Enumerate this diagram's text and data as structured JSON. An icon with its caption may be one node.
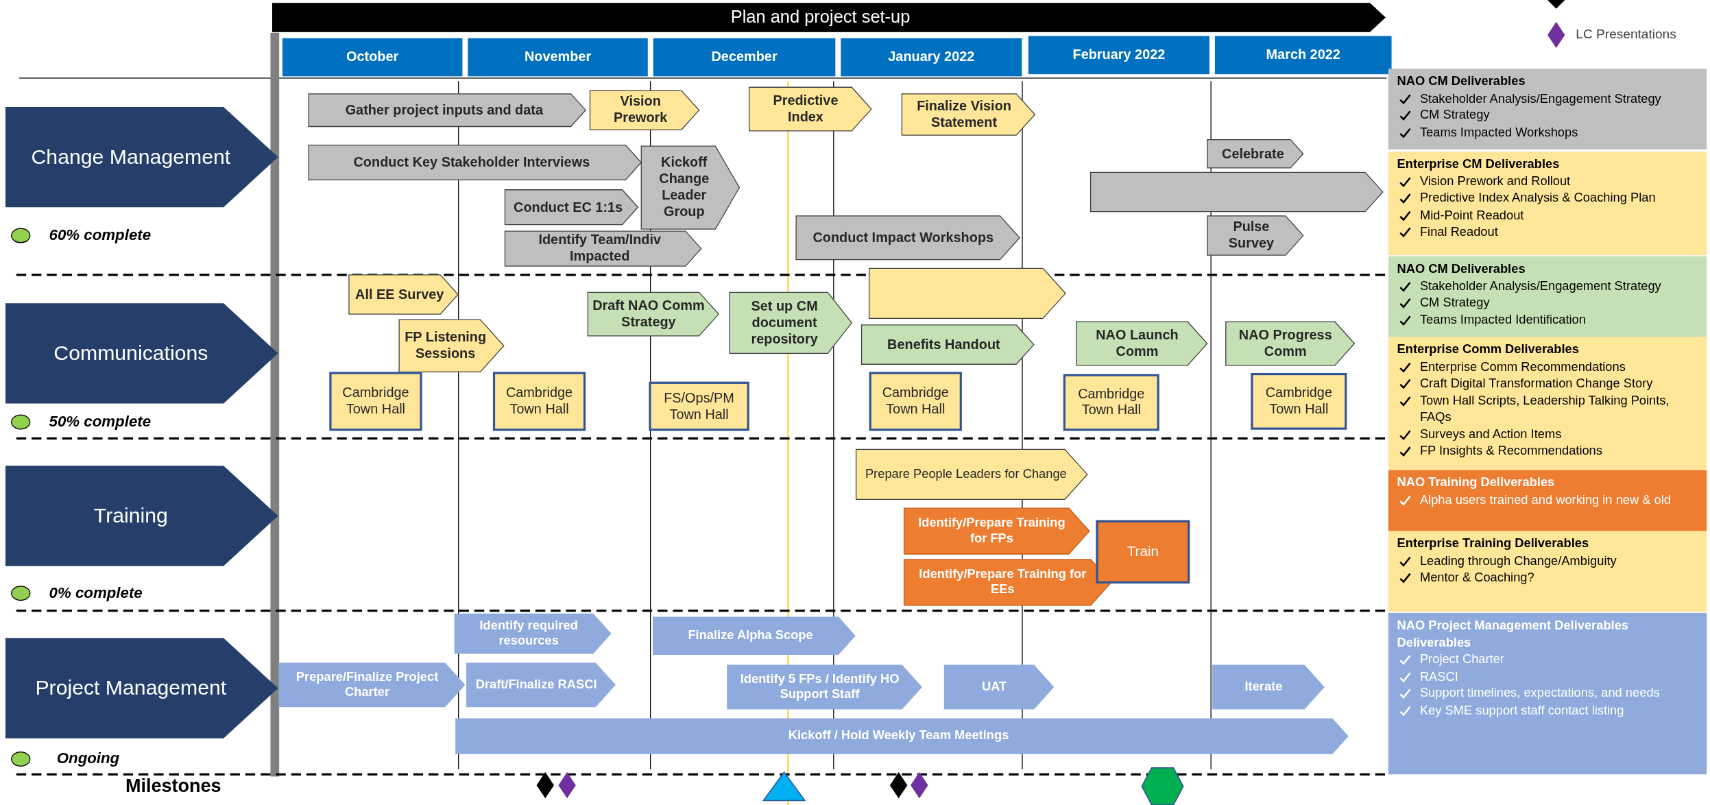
{
  "diagram": {
    "nodes": [
      {
        "text": [
          "Plan and project set-up"
        ]
      },
      {
        "text": [
          "October"
        ]
      },
      {
        "text": [
          "November"
        ]
      },
      {
        "text": [
          "December"
        ]
      },
      {
        "text": [
          "January 2022"
        ]
      },
      {
        "text": [
          "February 2022"
        ]
      },
      {
        "text": [
          "March 2022"
        ]
      },
      {
        "text": [
          "Change Management"
        ]
      },
      {
        "text": [
          "Communications"
        ]
      },
      {
        "text": [
          "Training"
        ]
      },
      {
        "text": [
          "Project Management"
        ]
      },
      {
        "text": [
          "Gather project inputs and data"
        ]
      },
      {
        "text": [
          "Vision Prework"
        ]
      },
      {
        "text": [
          "Predictive Index"
        ]
      },
      {
        "text": [
          "Finalize Vision Statement"
        ]
      },
      {
        "text": [
          "Conduct Key Stakeholder Interviews"
        ]
      },
      {
        "text": [
          "Kickoff Change Leader Group"
        ]
      },
      {
        "text": [
          "Conduct EC 1:1s"
        ]
      },
      {
        "text": [
          "Identify Team/Indiv Impacted"
        ]
      },
      {
        "text": [
          "Conduct Impact Workshops"
        ]
      },
      {
        "text": [
          "Celebrate"
        ]
      },
      {
        "text": [],
        "shape": "arrow"
      },
      {
        "text": [
          "Pulse Survey"
        ]
      },
      {
        "text": [
          "All EE Survey"
        ]
      },
      {
        "text": [
          "FP Listening Sessions"
        ]
      },
      {
        "text": [
          "Cambridge Town Hall"
        ]
      },
      {
        "text": [
          "Cambridge Town Hall"
        ]
      },
      {
        "text": [
          "Draft NAO Comm Strategy"
        ]
      },
      {
        "text": [
          "Set up CM document repository"
        ]
      },
      {
        "text": [
          "FS/Ops/PM Town Hall"
        ]
      },
      {
        "text": [],
        "shape": "arrow"
      },
      {
        "text": [
          "Benefits Handout"
        ]
      },
      {
        "text": [
          "Cambridge Town Hall"
        ]
      },
      {
        "text": [
          "NAO Launch Comm"
        ]
      },
      {
        "text": [
          "Cambridge Town Hall"
        ]
      },
      {
        "text": [
          "NAO Progress Comm"
        ]
      },
      {
        "text": [
          "Cambridge Town Hall"
        ]
      },
      {
        "text": [
          "Prepare People Leaders for Change"
        ]
      },
      {
        "text": [
          "Identify/Prepare Training for FPs"
        ]
      },
      {
        "text": [
          "Identify/Prepare Training for EEs"
        ]
      },
      {
        "text": [
          "Train"
        ]
      },
      {
        "text": [
          "Identify required resources"
        ]
      },
      {
        "text": [
          "Finalize Alpha Scope"
        ]
      },
      {
        "text": [
          "Prepare/Finalize Project Charter"
        ]
      },
      {
        "text": [
          "Draft/Finalize RASCI"
        ]
      },
      {
        "text": [
          "Identify 5 FPs / Identify HO Support Staff"
        ]
      },
      {
        "text": [
          "UAT"
        ]
      },
      {
        "text": [
          "Iterate"
        ]
      },
      {
        "text": [
          "Kickoff / Hold Weekly Team Meetings"
        ]
      },
      {
        "text": [
          "NAO CM Deliverables",
          "Stakeholder Analysis/Engagement Strategy",
          "CM Strategy",
          "Teams Impacted Workshops"
        ]
      },
      {
        "text": [
          "Enterprise CM Deliverables",
          "Vision Prework and Rollout",
          "Predictive Index Analysis & Coaching Plan",
          "Mid-Point Readout",
          "Final Readout"
        ]
      },
      {
        "text": [
          "NAO CM Deliverables",
          "Stakeholder Analysis/Engagement Strategy",
          "CM Strategy",
          "Teams Impacted Identification"
        ]
      },
      {
        "text": [
          "Enterprise Comm Deliverables",
          "Enterprise Comm Recommendations",
          "Craft Digital Transformation Change Story",
          "Town Hall Scripts, Leadership Talking Points, FAQs",
          "Surveys and Action Items",
          "FP Insights & Recommendations"
        ]
      },
      {
        "text": [
          "NAO Training Deliverables",
          "Alpha users trained and working in new & old"
        ]
      },
      {
        "text": [
          "Enterprise Training Deliverables",
          "Leading through Change/Ambiguity",
          "Mentor & Coaching?"
        ]
      },
      {
        "text": [
          "NAO Project Management Deliverables Deliverables",
          "Project Charter",
          "RASCI",
          "Support timelines, expectations, and needs",
          "Key SME support staff contact listing"
        ]
      }
    ],
    "labels": [
      "60% complete",
      "50% complete",
      "0% complete",
      "Ongoing",
      "Milestones"
    ],
    "legend": [
      {
        "text": "LC Presentations"
      }
    ]
  }
}
